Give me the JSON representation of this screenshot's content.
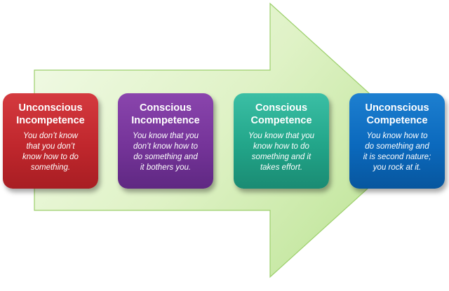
{
  "colors": {
    "arrow_fill_light": "#eaf7d8",
    "arrow_fill_dark": "#c2e69d",
    "arrow_stroke": "#9ccf6b",
    "unconscious_incompetence": "#c0272d",
    "conscious_incompetence": "#753499",
    "conscious_competence": "#22a589",
    "unconscious_competence": "#0b69bd"
  },
  "arrow": {
    "icon": "right-arrow-shape"
  },
  "stages": [
    {
      "title": "Unconscious\nIncompetence",
      "description": "You don’t know\nthat you don’t\nknow how to do\nsomething."
    },
    {
      "title": "Conscious\nIncompetence",
      "description": "You know that you\ndon’t know how to\ndo something and\nit bothers you."
    },
    {
      "title": "Conscious\nCompetence",
      "description": "You know that you\nknow how to do\nsomething and it\ntakes effort."
    },
    {
      "title": "Unconscious\nCompetence",
      "description": "You know how to\ndo something and\nit is second nature;\nyou rock at it."
    }
  ]
}
